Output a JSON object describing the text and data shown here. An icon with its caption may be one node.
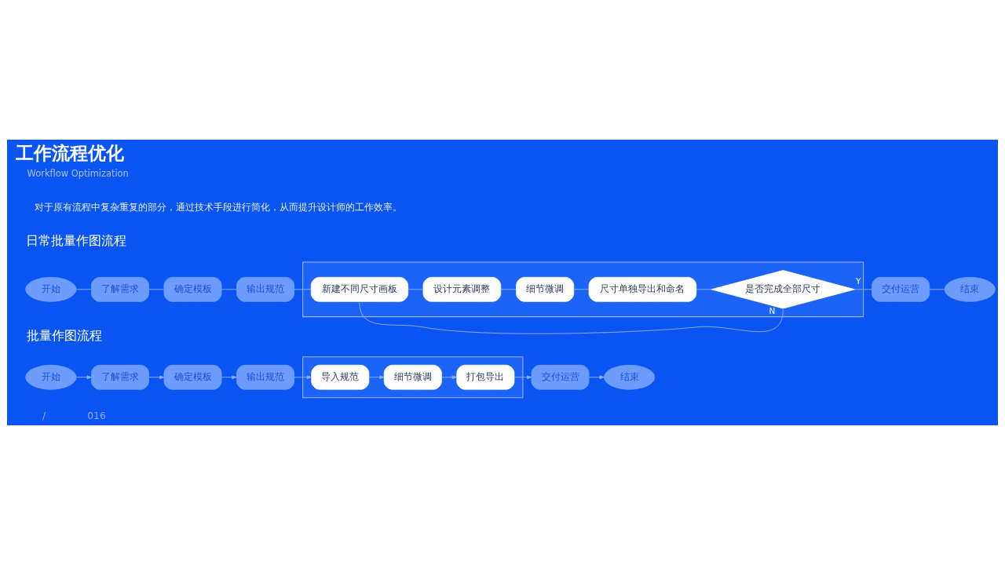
{
  "diagram": {
    "title": "工作流程优化",
    "nodes": [
      {
        "text": [
          "开始"
        ]
      },
      {
        "text": [
          "了解需求"
        ]
      },
      {
        "text": [
          "确定模板"
        ]
      },
      {
        "text": [
          "输出规范"
        ]
      },
      {
        "text": [],
        "shape": "box"
      },
      {
        "text": [
          "新建不同尺寸画板"
        ],
        "in": 4
      },
      {
        "text": [
          "设计元素调整"
        ],
        "in": 4
      },
      {
        "text": [
          "细节微调"
        ],
        "in": 4
      },
      {
        "text": [
          "尺寸单独导出和命名"
        ],
        "in": 4
      },
      {
        "text": [
          "是否完成全部尺寸"
        ],
        "in": 4
      },
      {
        "text": [
          "交付运营"
        ]
      },
      {
        "text": [
          "结束"
        ]
      },
      {
        "text": [
          "开始"
        ]
      },
      {
        "text": [
          "了解需求"
        ]
      },
      {
        "text": [
          "确定模板"
        ]
      },
      {
        "text": [
          "输出规范"
        ]
      },
      {
        "text": [],
        "shape": "box"
      },
      {
        "text": [
          "导入规范"
        ],
        "in": 16
      },
      {
        "text": [
          "细节微调"
        ],
        "in": 16
      },
      {
        "text": [
          "打包导出"
        ],
        "in": 16
      },
      {
        "text": [
          "交付运营"
        ]
      },
      {
        "text": [
          "结束"
        ]
      }
    ],
    "edges": [
      {
        "from": 0,
        "to": 1,
        "arrow": "none"
      },
      {
        "from": 1,
        "to": 2,
        "arrow": "none"
      },
      {
        "from": 2,
        "to": 3,
        "arrow": "none"
      },
      {
        "from": 3,
        "to": 5,
        "arrow": "none"
      },
      {
        "from": 5,
        "to": 6,
        "arrow": "none"
      },
      {
        "from": 6,
        "to": 7,
        "arrow": "none"
      },
      {
        "from": 7,
        "to": 8,
        "arrow": "none"
      },
      {
        "from": 8,
        "to": 9,
        "arrow": "none"
      },
      {
        "from": 9,
        "to": 10,
        "arrow": "none",
        "label": "Y"
      },
      {
        "from": 10,
        "to": 11,
        "arrow": "none"
      },
      {
        "from": 9,
        "to": 5,
        "arrow": "none",
        "label": "N"
      },
      {
        "from": 12,
        "to": 13,
        "arrow": "to"
      },
      {
        "from": 13,
        "to": 14,
        "arrow": "to"
      },
      {
        "from": 14,
        "to": 15,
        "arrow": "to"
      },
      {
        "from": 15,
        "to": 17,
        "arrow": "to"
      },
      {
        "from": 17,
        "to": 18,
        "arrow": "to"
      },
      {
        "from": 18,
        "to": 19,
        "arrow": "to"
      },
      {
        "from": 19,
        "to": 20,
        "arrow": "to"
      },
      {
        "from": 20,
        "to": 21,
        "arrow": "to"
      }
    ],
    "labels": [
      "Workflow Optimization",
      "对于原有流程中复杂重复的部分，通过技术手段进行简化，从而提升设计师的工作效率。",
      "日常批量作图流程",
      "批量作图流程",
      "/",
      "016"
    ]
  }
}
